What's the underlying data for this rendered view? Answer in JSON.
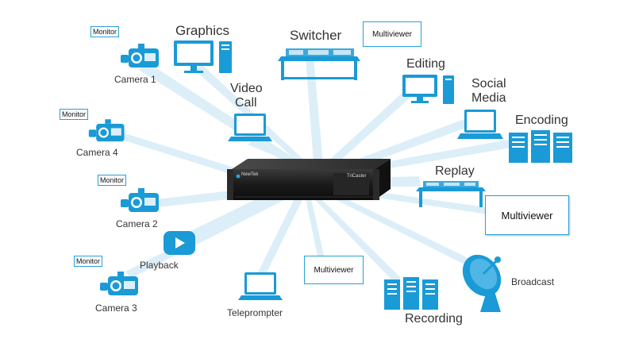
{
  "colors": {
    "icon": "#1a9ad6",
    "icon_dark": "#0b78b8",
    "ray": "#d6ecf8",
    "text": "#333333",
    "device": "#1b1b1b"
  },
  "device": {
    "brand": "NewTek",
    "model": "TriCaster",
    "icon": "tricaster-device-icon"
  },
  "labels": {
    "graphics": "Graphics",
    "switcher": "Switcher",
    "video_call_1": "Video",
    "video_call_2": "Call",
    "editing": "Editing",
    "social_media_1": "Social",
    "social_media_2": "Media",
    "encoding": "Encoding",
    "replay": "Replay",
    "camera1": "Camera 1",
    "camera4": "Camera 4",
    "camera2": "Camera 2",
    "camera3": "Camera 3",
    "playback": "Playback",
    "teleprompter": "Teleprompter",
    "recording": "Recording",
    "broadcast": "Broadcast",
    "monitor": "Monitor",
    "multiviewer": "Multiviewer"
  }
}
